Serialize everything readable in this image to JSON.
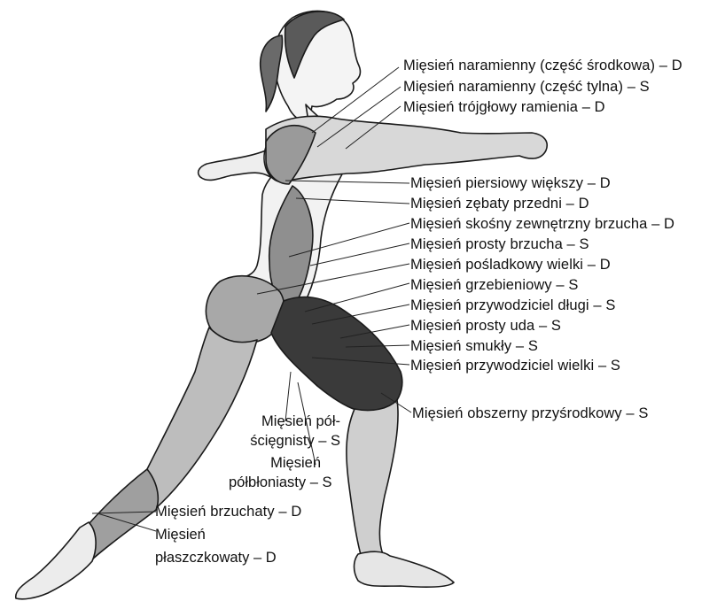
{
  "labels": {
    "deltoid_middle": "Mięsień naramienny (część środkowa) – D",
    "deltoid_posterior": "Mięsień naramienny (część tylna) – S",
    "triceps": "Mięsień trójgłowy ramienia – D",
    "pectoralis_major": "Mięsień piersiowy większy – D",
    "serratus_anterior": "Mięsień zębaty przedni – D",
    "external_oblique": "Mięsień skośny zewnętrzny brzucha – D",
    "rectus_abdominis": "Mięsień prosty brzucha – S",
    "gluteus_maximus": "Mięsień pośladkowy wielki – D",
    "pectineus": "Mięsień grzebieniowy – S",
    "adductor_longus": "Mięsień przywodziciel długi – S",
    "rectus_femoris": "Mięsień prosty uda – S",
    "gracilis": "Mięsień smukły – S",
    "adductor_magnus": "Mięsień przywodziciel wielki – S",
    "vastus_medialis": "Mięsień obszerny przyśrodkowy – S",
    "semitendinosus_line1": "Mięsień pół-",
    "semitendinosus_line2": "ścięgnisty – S",
    "semimembranosus_line1": "Mięsień",
    "semimembranosus_line2": "półbłoniasty – S",
    "gastrocnemius": "Mięsień brzuchaty – D",
    "soleus_line1": "Mięsień",
    "soleus_line2": "płaszczkowaty – D"
  },
  "colors": {
    "dynamic_muscle": "#8a8a8a",
    "stabilizer_muscle": "#3a3a3a",
    "outline": "#1a1a1a"
  }
}
